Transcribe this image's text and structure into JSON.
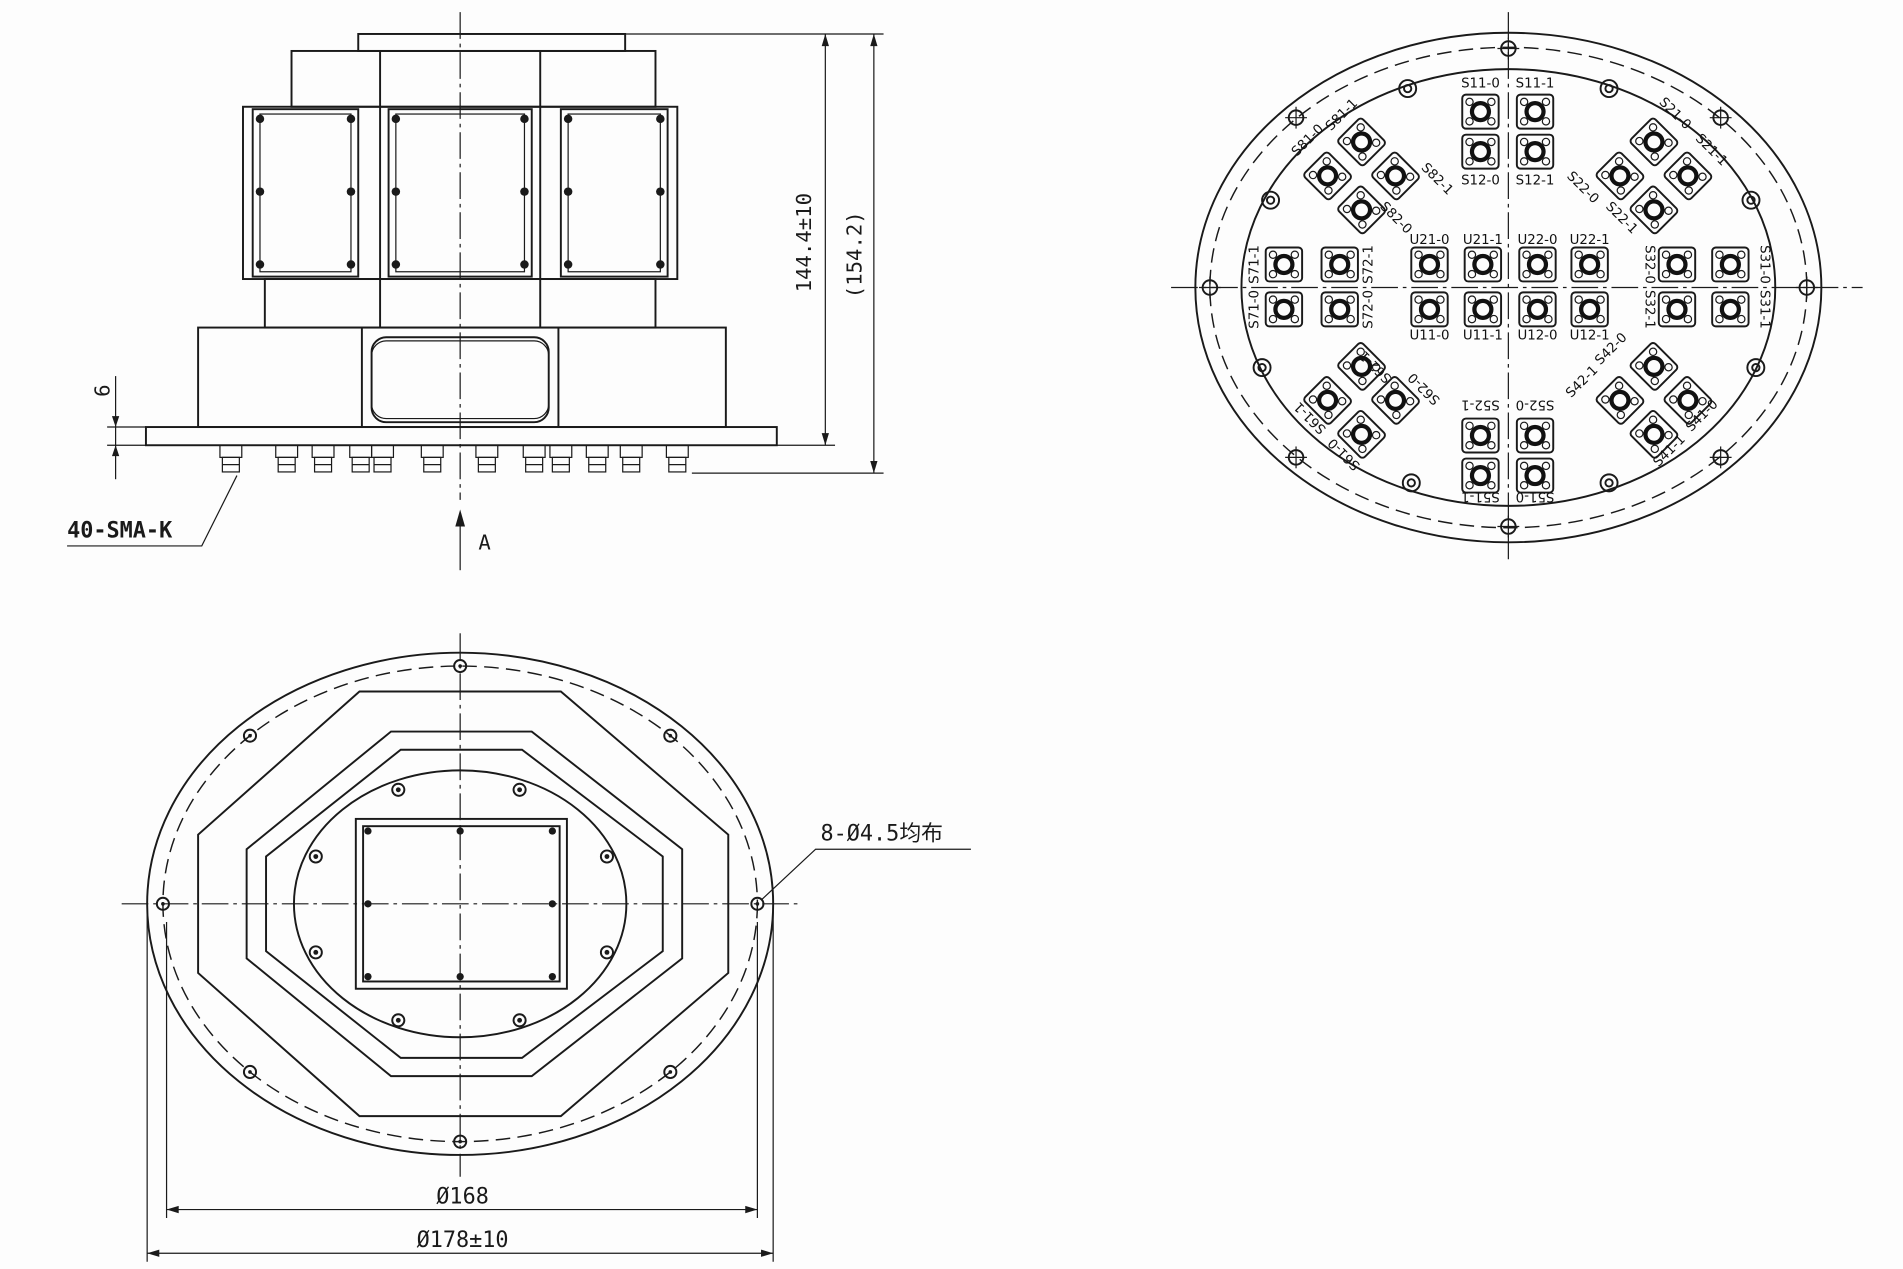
{
  "side_view": {
    "height_dim": "144.4±10",
    "overall_dim": "(154.2)",
    "flange_dim": "6",
    "connector_callout": "40-SMA-K",
    "view_arrow": "A"
  },
  "bottom_view": {
    "hole_callout": "8-Ø4.5均布",
    "inner_dia": "Ø168",
    "outer_dia": "Ø178±10"
  },
  "connector_view": {
    "labels": {
      "s11_0": "S11-0",
      "s11_1": "S11-1",
      "s12_0": "S12-0",
      "s12_1": "S12-1",
      "s21_0": "S21-0",
      "s21_1": "S21-1",
      "s22_0": "S22-0",
      "s22_1": "S22-1",
      "s31_0": "S31-0",
      "s31_1": "S31-1",
      "s32_0": "S32-0",
      "s32_1": "S32-1",
      "s41_0": "S41-0",
      "s41_1": "S41-1",
      "s42_0": "S42-0",
      "s42_1": "S42-1",
      "s51_0": "S51-0",
      "s51_1": "S51-1",
      "s52_0": "S52-0",
      "s52_1": "S52-1",
      "s61_0": "S61-0",
      "s61_1": "S61-1",
      "s62_0": "S62-0",
      "s62_1": "S62-1",
      "s71_0": "S71-0",
      "s71_1": "S71-1",
      "s72_0": "S72-0",
      "s72_1": "S72-1",
      "s81_0": "S81-0",
      "s81_1": "S81-1",
      "s82_0": "S82-0",
      "s82_1": "S82-1",
      "u11_0": "U11-0",
      "u11_1": "U11-1",
      "u12_0": "U12-0",
      "u12_1": "U12-1",
      "u21_0": "U21-0",
      "u21_1": "U21-1",
      "u22_0": "U22-0",
      "u22_1": "U22-1"
    }
  }
}
